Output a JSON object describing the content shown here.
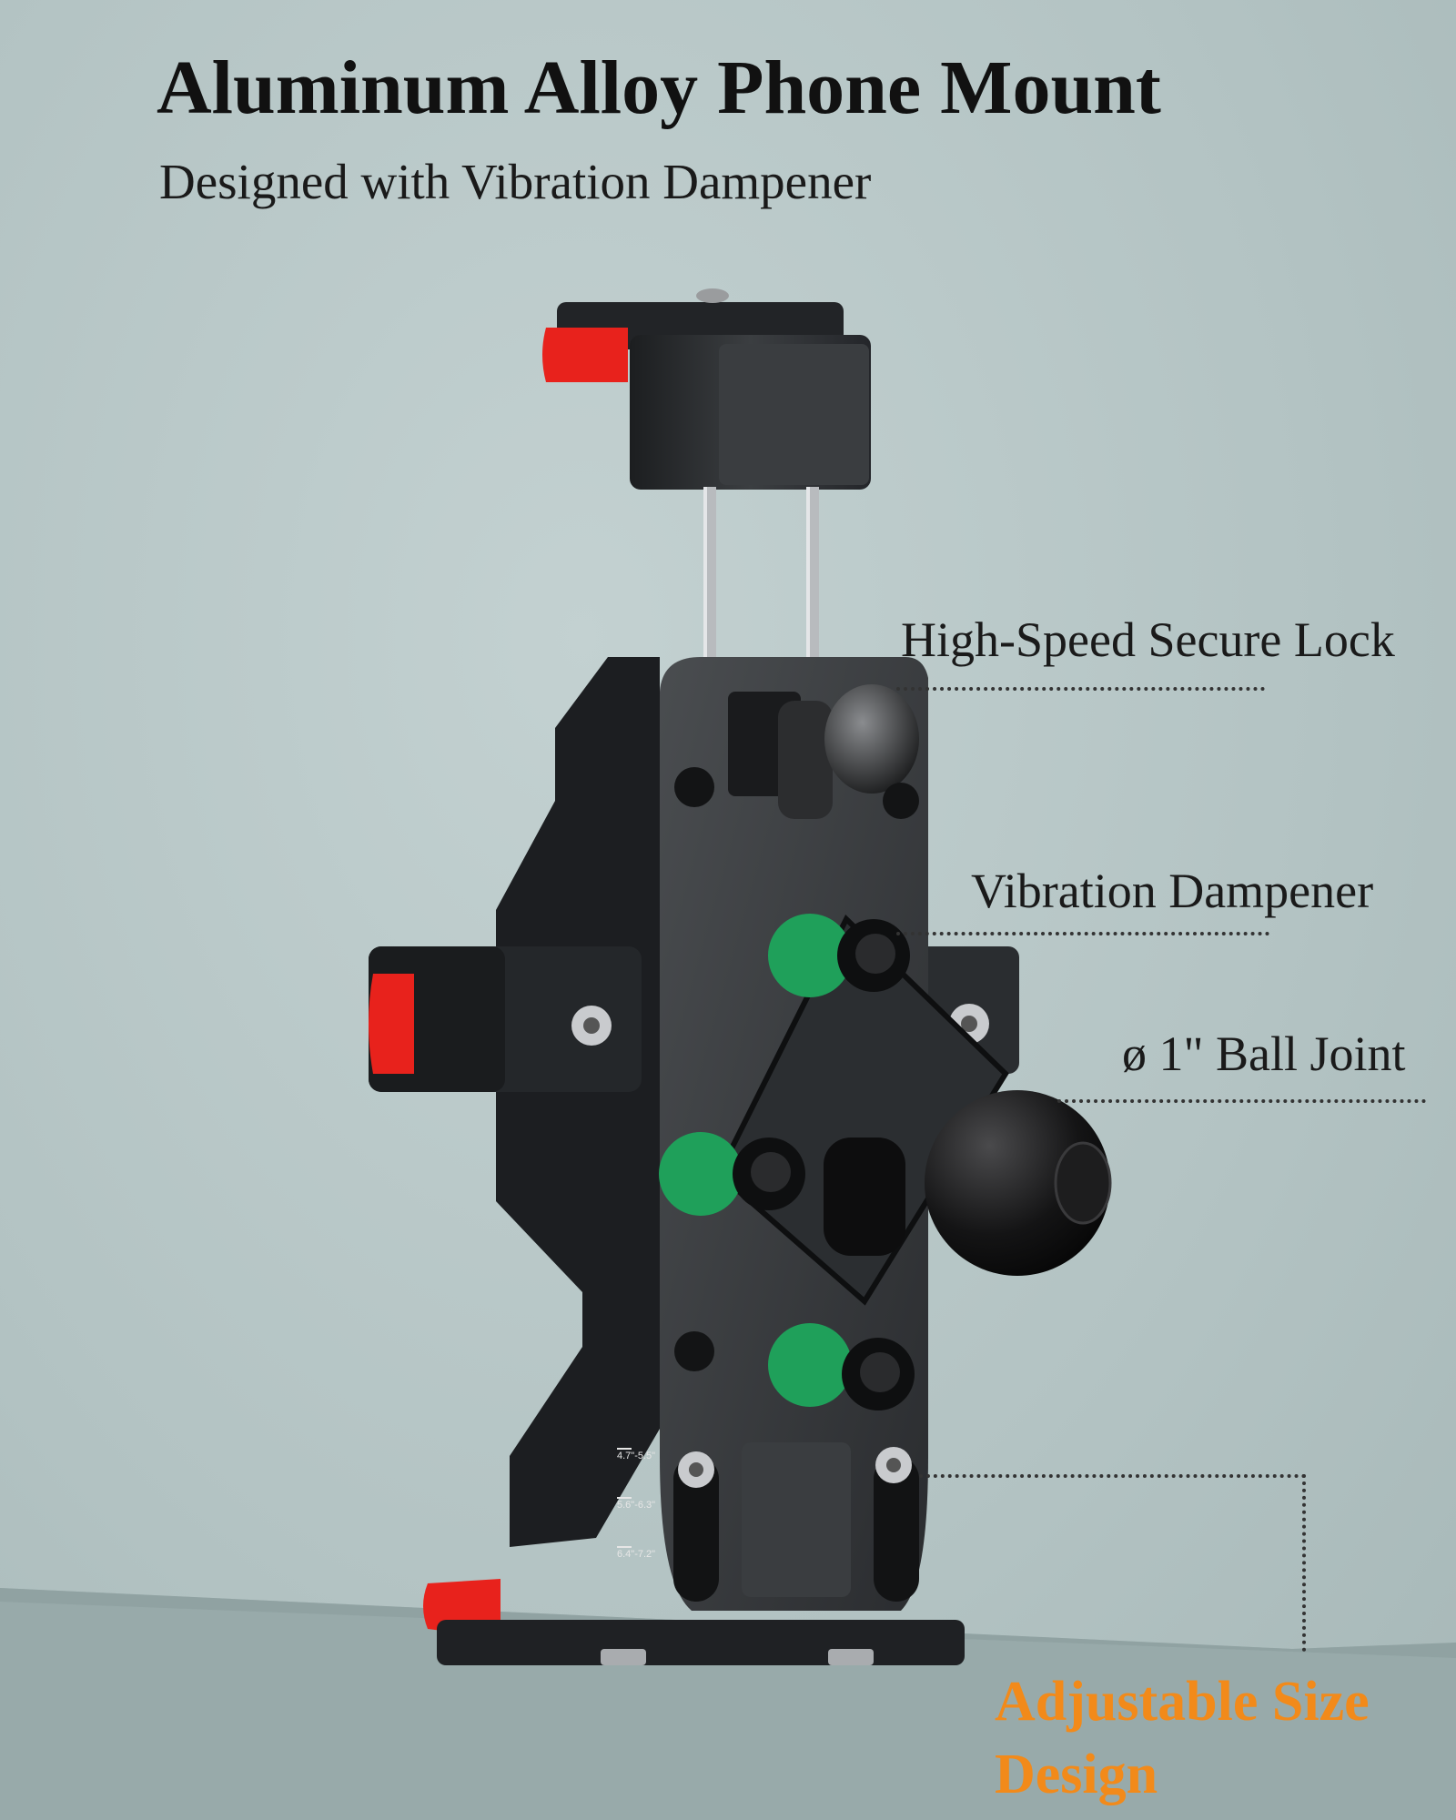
{
  "header": {
    "title": "Aluminum Alloy Phone Mount",
    "subtitle": "Designed with Vibration Dampener"
  },
  "callouts": {
    "lock": "High-Speed Secure Lock",
    "dampener": "Vibration Dampener",
    "ball": "ø 1\" Ball Joint",
    "size_line1": "Adjustable Size",
    "size_line2": "Design"
  },
  "scale_marks": [
    "4.7\"-5.5\"",
    "5.6\"-6.3\"",
    "6.4\"-7.2\""
  ],
  "colors": {
    "background": "#b8c8c8",
    "accent": "#f28a1a",
    "clamp_pad": "#e8221c",
    "dampener_ring": "#1fa05a",
    "body": "#2b2d2f"
  }
}
